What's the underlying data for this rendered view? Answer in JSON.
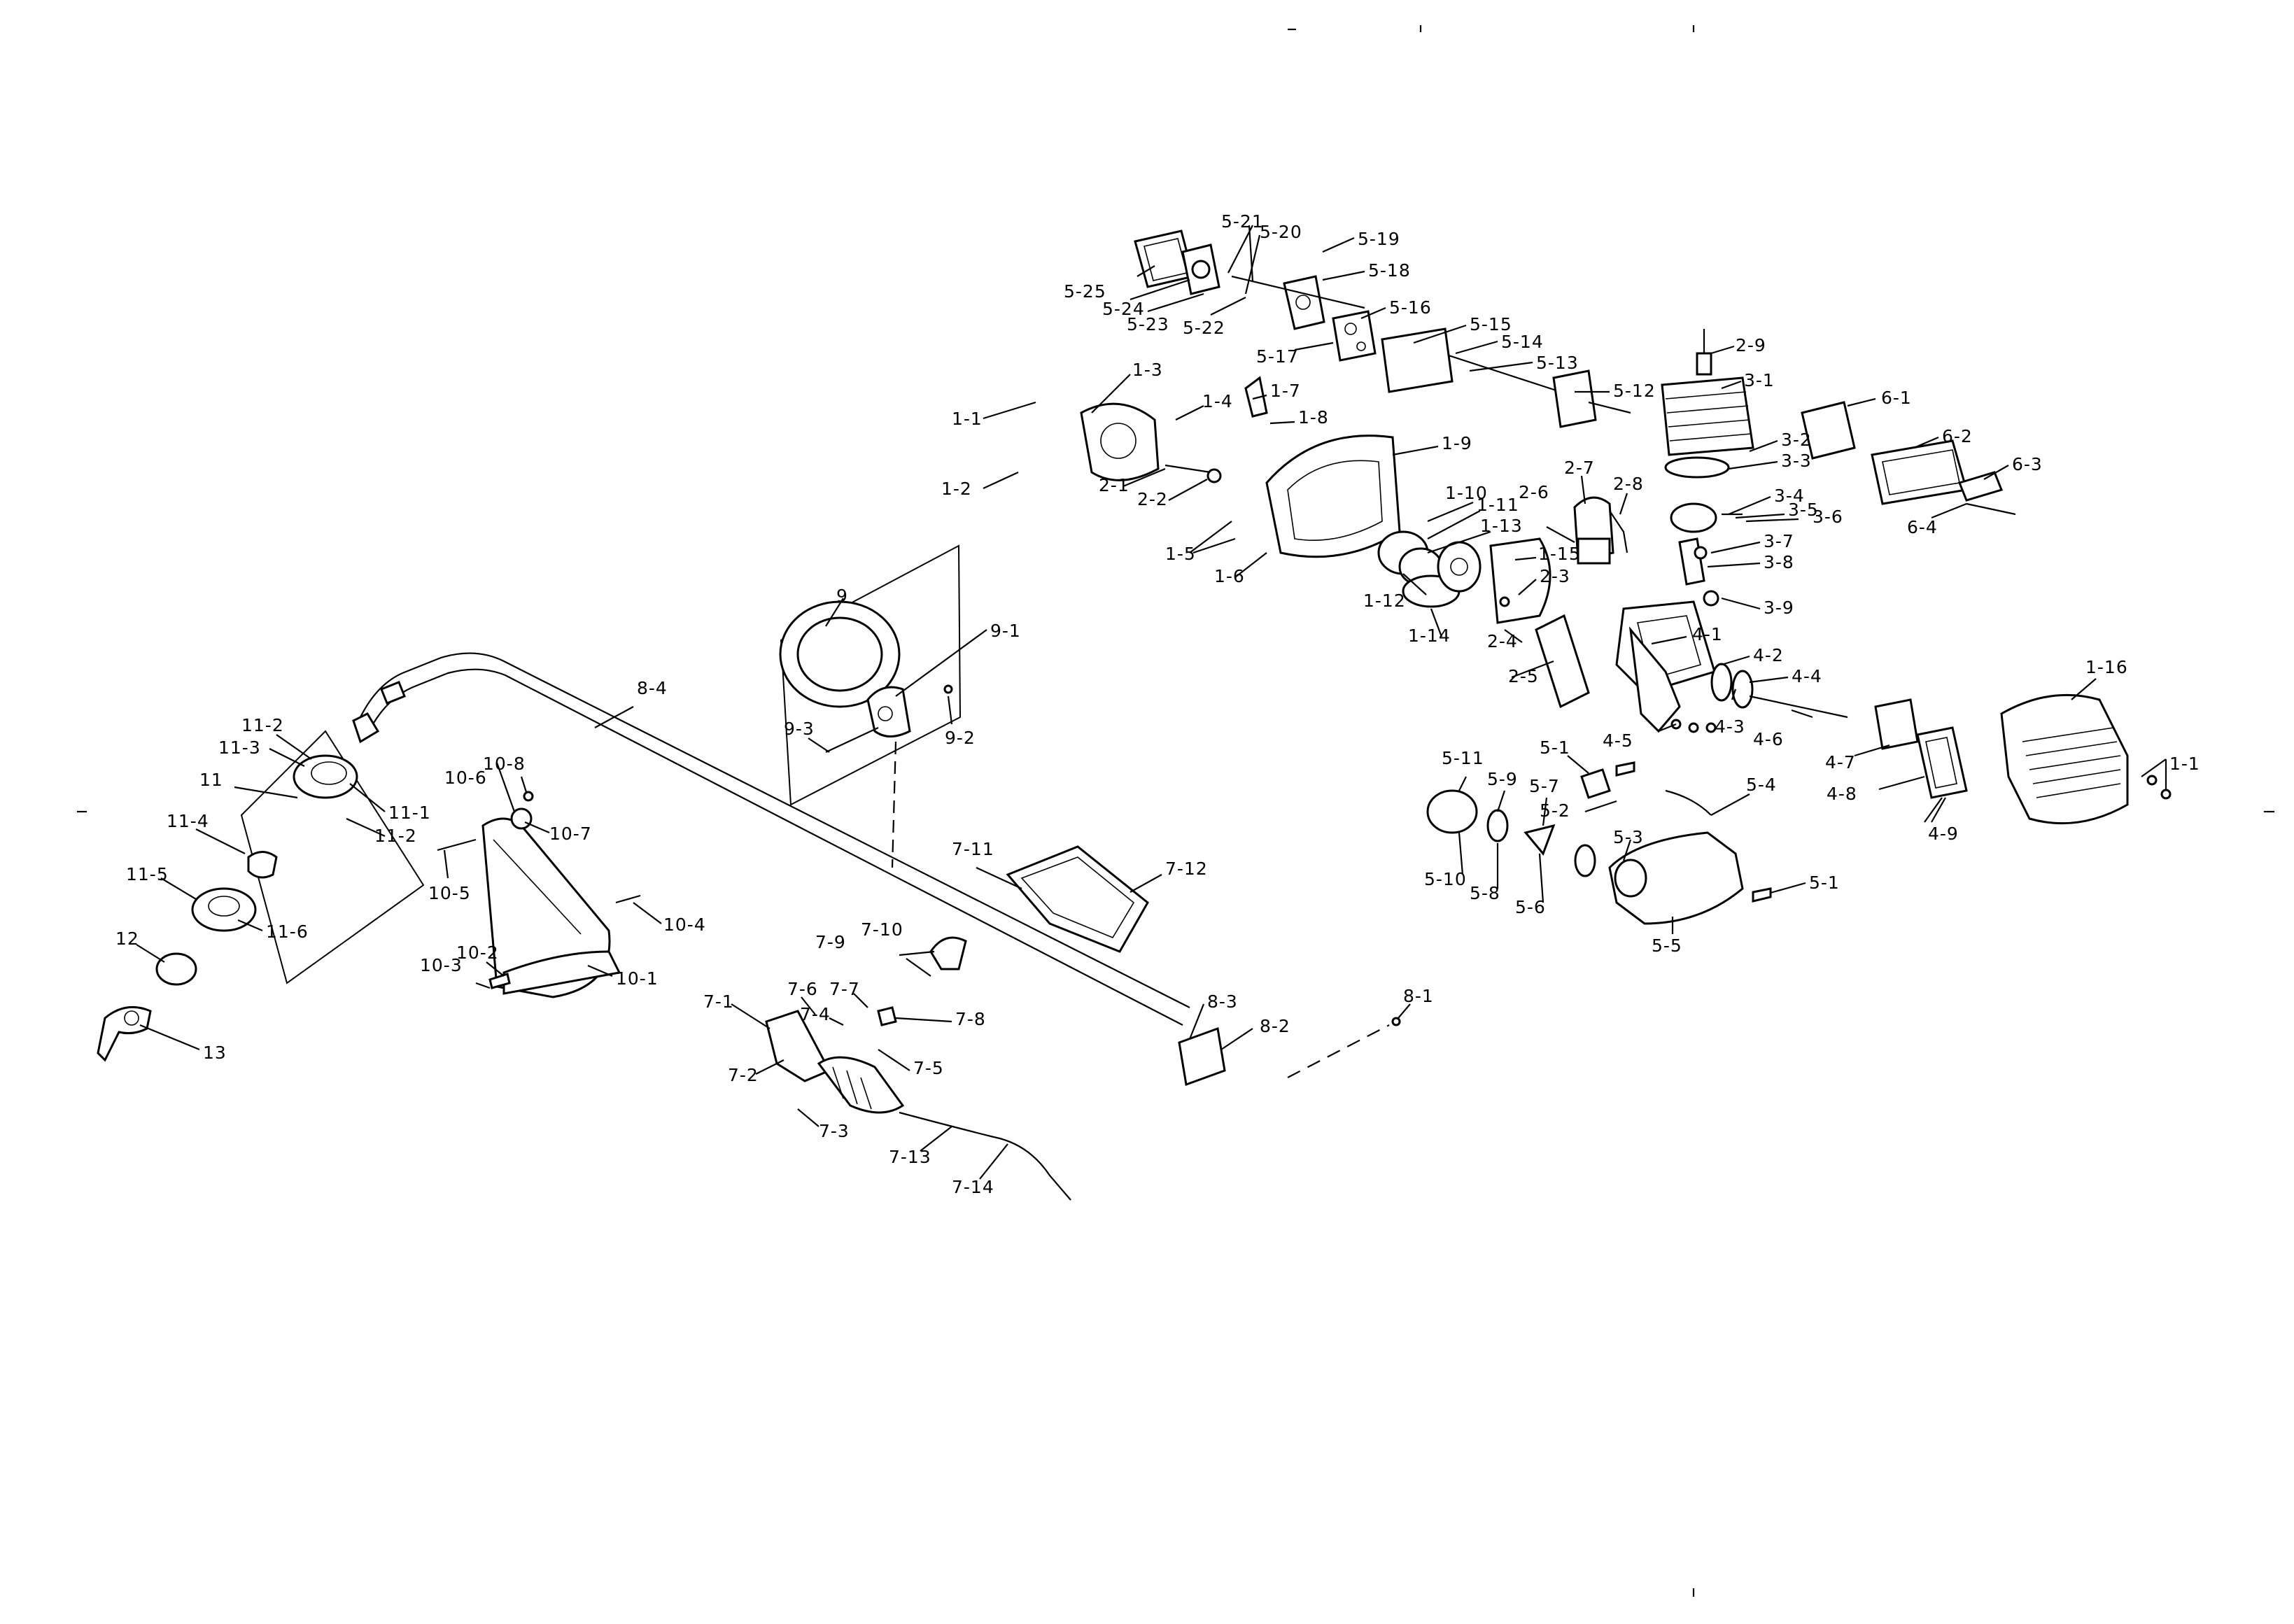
{
  "labels": {
    "p5_21": "5-21",
    "p5_20": "5-20",
    "p5_19": "5-19",
    "p5_18": "5-18",
    "p5_25": "5-25",
    "p5_24": "5-24",
    "p5_23": "5-23",
    "p5_22": "5-22",
    "p5_16": "5-16",
    "p5_17": "5-17",
    "p5_15": "5-15",
    "p5_14": "5-14",
    "p5_13": "5-13",
    "p5_12": "5-12",
    "p2_9": "2-9",
    "p3_1": "3-1",
    "p6_1": "6-1",
    "p6_2": "6-2",
    "p6_3": "6-3",
    "p6_4": "6-4",
    "p3_2": "3-2",
    "p3_3": "3-3",
    "p3_4": "3-4",
    "p3_5": "3-5",
    "p3_6": "3-6",
    "p3_7": "3-7",
    "p3_8": "3-8",
    "p3_9": "3-9",
    "p2_6": "2-6",
    "p2_7": "2-7",
    "p2_8": "2-8",
    "p1_1": "1-1",
    "p1_2": "1-2",
    "p1_3": "1-3",
    "p1_4": "1-4",
    "p1_7": "1-7",
    "p1_8": "1-8",
    "p1_9": "1-9",
    "p2_1": "2-1",
    "p2_2": "2-2",
    "p1_5": "1-5",
    "p1_6": "1-6",
    "p1_10": "1-10",
    "p1_11": "1-11",
    "p1_13": "1-13",
    "p1_12": "1-12",
    "p1_15": "1-15",
    "p2_3": "2-3",
    "p1_14": "1-14",
    "p2_4": "2-4",
    "p2_5": "2-5",
    "p4_1": "4-1",
    "p4_2": "4-2",
    "p4_4": "4-4",
    "p4_3": "4-3",
    "p4_6": "4-6",
    "p4_5": "4-5",
    "p1_16": "1-16",
    "p1_1b": "1-1",
    "p4_7": "4-7",
    "p4_8": "4-8",
    "p4_9": "4-9",
    "p9": "9",
    "p9_1": "9-1",
    "p9_3": "9-3",
    "p9_2": "9-2",
    "p8_4": "8-4",
    "p11_2a": "11-2",
    "p11_3": "11-3",
    "p11": "11",
    "p11_1": "11-1",
    "p11_2b": "11-2",
    "p11_4": "11-4",
    "p11_5": "11-5",
    "p11_6": "11-6",
    "p12": "12",
    "p13": "13",
    "p10_6": "10-6",
    "p10_8": "10-8",
    "p10_7": "10-7",
    "p10_5": "10-5",
    "p10_4": "10-4",
    "p10_2": "10-2",
    "p10_3": "10-3",
    "p10_1": "10-1",
    "p7_11": "7-11",
    "p7_12": "7-12",
    "p7_9": "7-9",
    "p7_10": "7-10",
    "p7_1": "7-1",
    "p7_6": "7-6",
    "p7_7": "7-7",
    "p7_4": "7-4",
    "p7_8": "7-8",
    "p7_5": "7-5",
    "p7_2": "7-2",
    "p7_3": "7-3",
    "p7_13": "7-13",
    "p7_14": "7-14",
    "p8_3": "8-3",
    "p8_2": "8-2",
    "p8_1": "8-1",
    "p5_11": "5-11",
    "p5_9": "5-9",
    "p5_7": "5-7",
    "p5_1a": "5-1",
    "p5_2": "5-2",
    "p5_4": "5-4",
    "p5_3": "5-3",
    "p5_10": "5-10",
    "p5_8": "5-8",
    "p5_6": "5-6",
    "p5_1b": "5-1",
    "p5_5": "5-5"
  }
}
